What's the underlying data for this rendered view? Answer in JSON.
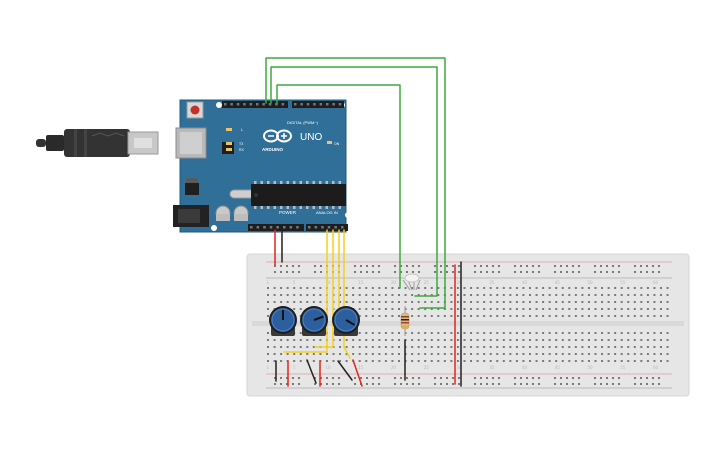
{
  "arduino": {
    "brand": "ARDUINO",
    "model": "UNO",
    "digital_header": "DIGITAL (PWM~)",
    "power_header": "POWER",
    "analog_header": "ANALOG IN",
    "on_label": "ON",
    "tx_label": "TX",
    "rx_label": "RX",
    "l_label": "L",
    "color": "#2f6f98"
  },
  "breadboard": {
    "color": "#e6e6e6",
    "column_numbers": [
      "1",
      "5",
      "10",
      "15",
      "20",
      "25",
      "30",
      "35",
      "40",
      "45",
      "50",
      "55",
      "60"
    ]
  },
  "components": {
    "potentiometers": [
      {
        "name": "pot-1",
        "knob_color": "#2d5f9e"
      },
      {
        "name": "pot-2",
        "knob_color": "#2d5f9e"
      },
      {
        "name": "pot-3",
        "knob_color": "#2d5f9e"
      }
    ],
    "rgb_led": {
      "name": "rgb-led"
    },
    "resistor": {
      "name": "resistor"
    },
    "usb_cable": {
      "name": "usb-cable"
    }
  },
  "wire_colors": {
    "green": "#3daa3d",
    "yellow": "#f2d11b",
    "red": "#e0261f",
    "black": "#222222"
  }
}
